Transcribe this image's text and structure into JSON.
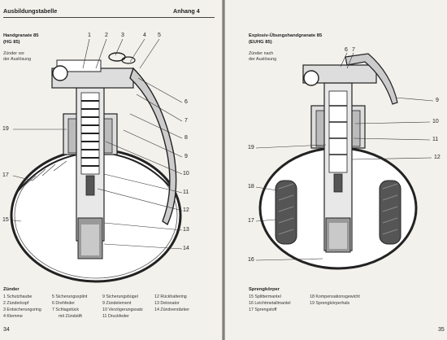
{
  "left": {
    "header_title": "Ausbildungstabelle",
    "header_right": "Anhang 4",
    "grenade_title": "Handgranate 85",
    "grenade_code": "(HG 85)",
    "state_line1": "Zünder vor",
    "state_line2": "der Auslösung",
    "top_numbers": [
      "1",
      "2",
      "3",
      "4",
      "5"
    ],
    "right_numbers": [
      "6",
      "7",
      "8",
      "9",
      "10",
      "11",
      "12",
      "13",
      "14"
    ],
    "left_numbers": [
      "19",
      "17",
      "15"
    ],
    "legend_heading": "Zünder",
    "legend": [
      [
        "1 Schutzhaube",
        "5 Sicherungssplint",
        "9 Sicherungsbügel",
        "12 Rückhaltering"
      ],
      [
        "2 Zünderkopf",
        "6 Drehfeder",
        "9 Zündelement",
        "13 Detonator"
      ],
      [
        "3 Entsicherungsring",
        "7 Schlagstück",
        "10 Verzögerungssatz",
        "14 Zündverstärker"
      ],
      [
        "4 Klemme",
        "mit Zündstift",
        "11 Druckfeder",
        ""
      ]
    ],
    "page_number": "34"
  },
  "right": {
    "grenade_title": "Explosiv-Übungshandgranate 85",
    "grenade_code": "(EUHG 85)",
    "state_line1": "Zünder nach",
    "state_line2": "der Auslösung",
    "top_numbers": [
      "6",
      "7"
    ],
    "right_numbers": [
      "9",
      "10",
      "11",
      "12"
    ],
    "left_numbers": [
      "19",
      "18",
      "17",
      "16"
    ],
    "legend_heading": "Sprengkörper",
    "legend": [
      [
        "15 Splittermantel",
        "18 Kompensationsgewicht"
      ],
      [
        "16 Leichtmetallmantel",
        "19 Sprengkörperhals"
      ],
      [
        "17 Sprengstoff",
        ""
      ]
    ],
    "page_number": "35"
  }
}
